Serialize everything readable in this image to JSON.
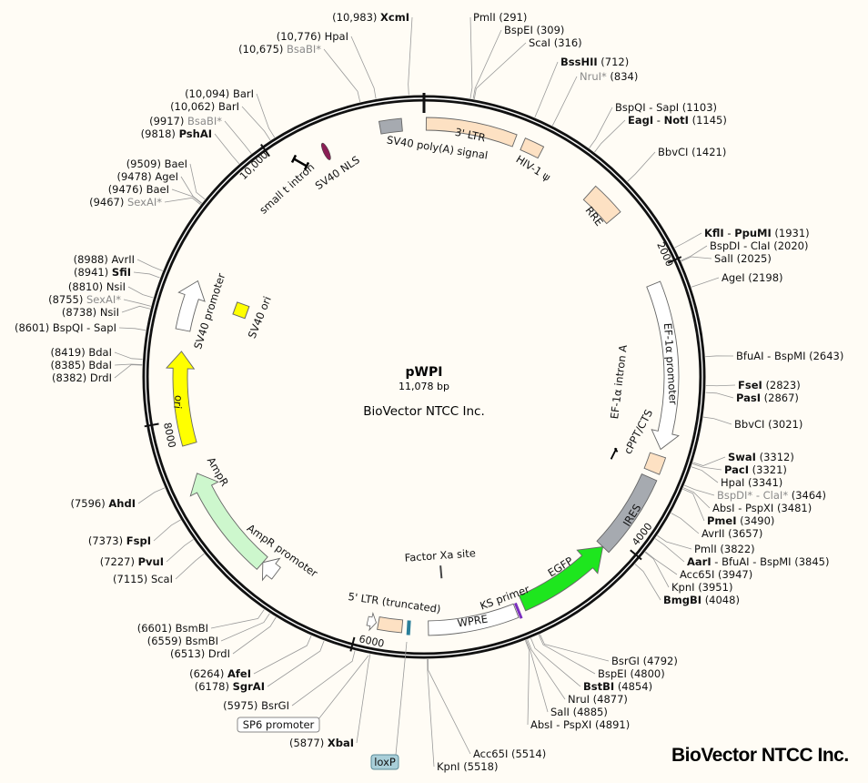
{
  "plasmid": {
    "name": "pWPI",
    "length": "11,078 bp",
    "total_bp": 11078,
    "company": "BioVector NTCC Inc."
  },
  "logo": "BioVector NTCC Inc.",
  "ticks": [
    "2000",
    "4000",
    "6000",
    "8000",
    "10,000"
  ],
  "colors": {
    "background": "#fffcf5",
    "ltr": "#fde1c3",
    "gray_feature": "#a6aab0",
    "egfp": "#1ee61e",
    "ampr": "#cdf7cd",
    "ori": "#ffff00",
    "nls": "#8b1e55",
    "ks": "#7b2fbf",
    "loxp": "#a9cfd9",
    "teal": "#2a7f9a"
  },
  "features": [
    {
      "label": "SV40 poly(A) signal"
    },
    {
      "label": "3' LTR"
    },
    {
      "label": "HIV-1 ψ"
    },
    {
      "label": "RRE"
    },
    {
      "label": "EF-1α promoter"
    },
    {
      "label": "EF-1α intron A"
    },
    {
      "label": "cPPT/CTS"
    },
    {
      "label": "IRES"
    },
    {
      "label": "EGFP"
    },
    {
      "label": "KS primer"
    },
    {
      "label": "WPRE"
    },
    {
      "label": "5' LTR (truncated)"
    },
    {
      "label": "Factor Xa site"
    },
    {
      "label": "AmpR promoter"
    },
    {
      "label": "AmpR"
    },
    {
      "label": "ori"
    },
    {
      "label": "SV40 promoter"
    },
    {
      "label": "SV40 ori"
    },
    {
      "label": "small t intron"
    },
    {
      "label": "SV40 NLS"
    },
    {
      "label": "SP6 promoter"
    },
    {
      "label": "loxP"
    }
  ],
  "enzymes": [
    {
      "name": "PmlI",
      "pos": "291",
      "bp": 291,
      "style": "n"
    },
    {
      "name": "BspEI",
      "pos": "309",
      "bp": 309,
      "style": "n"
    },
    {
      "name": "ScaI",
      "pos": "316",
      "bp": 316,
      "style": "n"
    },
    {
      "name": "BssHII",
      "pos": "712",
      "bp": 712,
      "style": "b"
    },
    {
      "name": "NruI*",
      "pos": "834",
      "bp": 834,
      "style": "g"
    },
    {
      "name": "BspQI - SapI",
      "pos": "1103",
      "bp": 1103,
      "style": "n"
    },
    {
      "name": "EagI - NotI",
      "pos": "1145",
      "bp": 1145,
      "style": "b"
    },
    {
      "name": "BbvCI",
      "pos": "1421",
      "bp": 1421,
      "style": "n"
    },
    {
      "name": "KflI - PpuMI",
      "pos": "1931",
      "bp": 1931,
      "style": "b"
    },
    {
      "name": "BspDI - ClaI",
      "pos": "2020",
      "bp": 2020,
      "style": "n"
    },
    {
      "name": "SalI",
      "pos": "2025",
      "bp": 2025,
      "style": "n"
    },
    {
      "name": "AgeI",
      "pos": "2198",
      "bp": 2198,
      "style": "n"
    },
    {
      "name": "BfuAI - BspMI",
      "pos": "2643",
      "bp": 2643,
      "style": "n"
    },
    {
      "name": "FseI",
      "pos": "2823",
      "bp": 2823,
      "style": "b"
    },
    {
      "name": "PasI",
      "pos": "2867",
      "bp": 2867,
      "style": "b"
    },
    {
      "name": "BbvCI",
      "pos": "3021",
      "bp": 3021,
      "style": "n"
    },
    {
      "name": "SwaI",
      "pos": "3312",
      "bp": 3312,
      "style": "b"
    },
    {
      "name": "PacI",
      "pos": "3321",
      "bp": 3321,
      "style": "b"
    },
    {
      "name": "HpaI",
      "pos": "3341",
      "bp": 3341,
      "style": "n"
    },
    {
      "name": "BspDI* - ClaI*",
      "pos": "3464",
      "bp": 3464,
      "style": "g"
    },
    {
      "name": "AbsI - PspXI",
      "pos": "3481",
      "bp": 3481,
      "style": "n"
    },
    {
      "name": "PmeI",
      "pos": "3490",
      "bp": 3490,
      "style": "b"
    },
    {
      "name": "AvrII",
      "pos": "3657",
      "bp": 3657,
      "style": "n"
    },
    {
      "name": "PmlI",
      "pos": "3822",
      "bp": 3822,
      "style": "n"
    },
    {
      "name": "AarI - BfuAI - BspMI",
      "pos": "3845",
      "bp": 3845,
      "style": "b1"
    },
    {
      "name": "Acc65I",
      "pos": "3947",
      "bp": 3947,
      "style": "n"
    },
    {
      "name": "KpnI",
      "pos": "3951",
      "bp": 3951,
      "style": "n"
    },
    {
      "name": "BmgBI",
      "pos": "4048",
      "bp": 4048,
      "style": "b"
    },
    {
      "name": "BsrGI",
      "pos": "4792",
      "bp": 4792,
      "style": "n"
    },
    {
      "name": "BspEI",
      "pos": "4800",
      "bp": 4800,
      "style": "n"
    },
    {
      "name": "BstBI",
      "pos": "4854",
      "bp": 4854,
      "style": "b"
    },
    {
      "name": "NruI",
      "pos": "4877",
      "bp": 4877,
      "style": "n"
    },
    {
      "name": "SalI",
      "pos": "4885",
      "bp": 4885,
      "style": "n"
    },
    {
      "name": "AbsI - PspXI",
      "pos": "4891",
      "bp": 4891,
      "style": "n"
    },
    {
      "name": "Acc65I",
      "pos": "5514",
      "bp": 5514,
      "style": "n"
    },
    {
      "name": "KpnI",
      "pos": "5518",
      "bp": 5518,
      "style": "n"
    },
    {
      "name": "XbaI",
      "pos": "5877",
      "bp": 5877,
      "style": "b"
    },
    {
      "name": "BsrGI",
      "pos": "5975",
      "bp": 5975,
      "style": "n"
    },
    {
      "name": "SgrAI",
      "pos": "6178",
      "bp": 6178,
      "style": "b"
    },
    {
      "name": "AfeI",
      "pos": "6264",
      "bp": 6264,
      "style": "b"
    },
    {
      "name": "DrdI",
      "pos": "6513",
      "bp": 6513,
      "style": "n"
    },
    {
      "name": "BsmBI",
      "pos": "6559",
      "bp": 6559,
      "style": "n"
    },
    {
      "name": "BsmBI",
      "pos": "6601",
      "bp": 6601,
      "style": "n"
    },
    {
      "name": "ScaI",
      "pos": "7115",
      "bp": 7115,
      "style": "n"
    },
    {
      "name": "PvuI",
      "pos": "7227",
      "bp": 7227,
      "style": "b"
    },
    {
      "name": "FspI",
      "pos": "7373",
      "bp": 7373,
      "style": "b"
    },
    {
      "name": "AhdI",
      "pos": "7596",
      "bp": 7596,
      "style": "b"
    },
    {
      "name": "DrdI",
      "pos": "8382",
      "bp": 8382,
      "style": "n"
    },
    {
      "name": "BdaI",
      "pos": "8385",
      "bp": 8385,
      "style": "n"
    },
    {
      "name": "BdaI",
      "pos": "8419",
      "bp": 8419,
      "style": "n"
    },
    {
      "name": "BspQI - SapI",
      "pos": "8601",
      "bp": 8601,
      "style": "n"
    },
    {
      "name": "NsiI",
      "pos": "8738",
      "bp": 8738,
      "style": "n"
    },
    {
      "name": "SexAI*",
      "pos": "8755",
      "bp": 8755,
      "style": "g"
    },
    {
      "name": "NsiI",
      "pos": "8810",
      "bp": 8810,
      "style": "n"
    },
    {
      "name": "SfiI",
      "pos": "8941",
      "bp": 8941,
      "style": "b"
    },
    {
      "name": "AvrII",
      "pos": "8988",
      "bp": 8988,
      "style": "n"
    },
    {
      "name": "SexAI*",
      "pos": "9467",
      "bp": 9467,
      "style": "g"
    },
    {
      "name": "BaeI",
      "pos": "9476",
      "bp": 9476,
      "style": "n"
    },
    {
      "name": "AgeI",
      "pos": "9478",
      "bp": 9478,
      "style": "n"
    },
    {
      "name": "BaeI",
      "pos": "9509",
      "bp": 9509,
      "style": "n"
    },
    {
      "name": "PshAI",
      "pos": "9818",
      "bp": 9818,
      "style": "b"
    },
    {
      "name": "BsaBI*",
      "pos": "9917",
      "bp": 9917,
      "style": "g"
    },
    {
      "name": "BarI",
      "pos": "10,062",
      "bp": 10062,
      "style": "n"
    },
    {
      "name": "BarI",
      "pos": "10,094",
      "bp": 10094,
      "style": "n"
    },
    {
      "name": "BsaBI*",
      "pos": "10,675",
      "bp": 10675,
      "style": "g"
    },
    {
      "name": "HpaI",
      "pos": "10,776",
      "bp": 10776,
      "style": "n"
    },
    {
      "name": "XcmI",
      "pos": "10,983",
      "bp": 10983,
      "style": "b"
    }
  ]
}
